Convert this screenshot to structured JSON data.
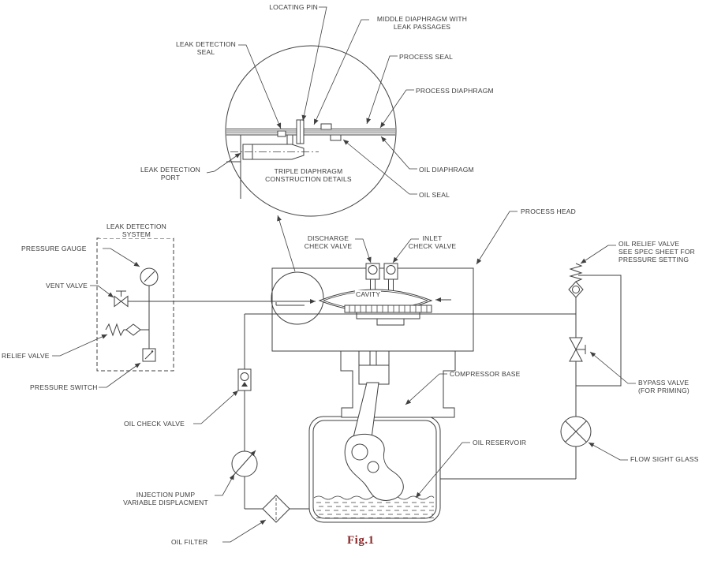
{
  "figure": {
    "caption": "Fig.1"
  },
  "detail": {
    "title": "TRIPLE DIAPHRAGM\nCONSTRUCTION DETAILS",
    "labels": {
      "locating_pin": "LOCATING PIN",
      "middle_diaphragm": "MIDDLE DIAPHRAGM WITH\nLEAK PASSAGES",
      "leak_detection_seal": "LEAK DETECTION\nSEAL",
      "process_seal": "PROCESS SEAL",
      "process_diaphragm": "PROCESS DIAPHRAGM",
      "oil_diaphragm": "OIL DIAPHRAGM",
      "oil_seal": "OIL SEAL",
      "leak_detection_port": "LEAK DETECTION\nPORT"
    }
  },
  "schematic": {
    "labels": {
      "leak_detection_system": "LEAK DETECTION\nSYSTEM",
      "pressure_gauge": "PRESSURE GAUGE",
      "vent_valve": "VENT VALVE",
      "relief_valve": "RELIEF VALVE",
      "pressure_switch": "PRESSURE SWITCH",
      "discharge_check_valve": "DISCHARGE\nCHECK VALVE",
      "inlet_check_valve": "INLET\nCHECK VALVE",
      "process_head": "PROCESS HEAD",
      "cavity": "CAVITY",
      "oil_relief_valve": "OIL RELIEF VALVE\nSEE SPEC SHEET FOR\nPRESSURE SETTING",
      "bypass_valve": "BYPASS VALVE\n(FOR PRIMING)",
      "compressor_base": "COMPRESSOR BASE",
      "oil_reservoir": "OIL RESERVOIR",
      "flow_sight_glass": "FLOW SIGHT GLASS",
      "oil_check_valve": "OIL CHECK VALVE",
      "injection_pump": "INJECTION PUMP\nVARIABLE DISPLACMENT",
      "oil_filter": "OIL FILTER"
    }
  },
  "colors": {
    "line": "#3f3f3f",
    "text": "#3b3b3b",
    "caption": "#8b2a2a",
    "background": "#ffffff"
  }
}
